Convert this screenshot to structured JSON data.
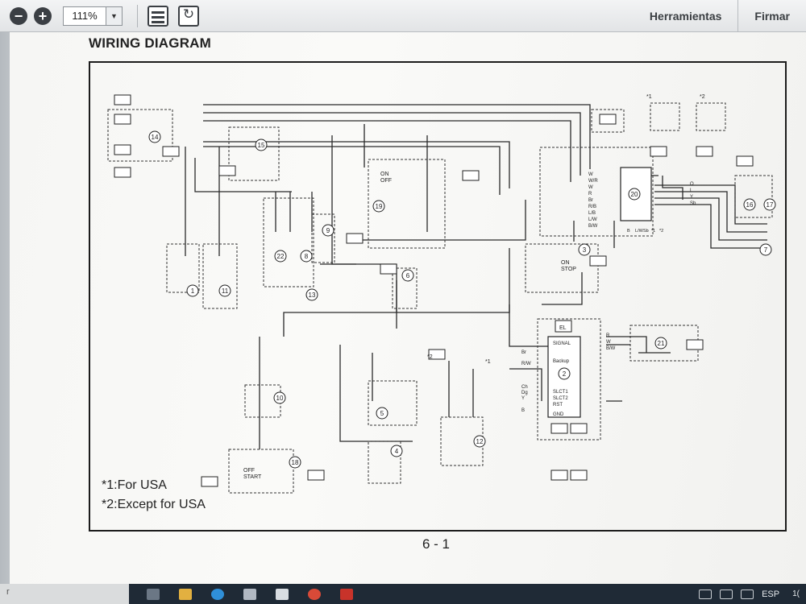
{
  "toolbar": {
    "zoom_out": "−",
    "zoom_in": "+",
    "zoom_value": "111%",
    "tools_label": "Herramientas",
    "sign_label": "Firmar"
  },
  "page": {
    "heading": "WIRING DIAGRAM",
    "note_1": "*1:For USA",
    "note_2": "*2:Except for USA",
    "page_number": "6 - 1"
  },
  "diagram": {
    "components": [
      "1",
      "2",
      "3",
      "4",
      "5",
      "6",
      "7",
      "8",
      "9",
      "10",
      "11",
      "12",
      "13",
      "14",
      "15",
      "16",
      "17",
      "18",
      "19",
      "20",
      "21",
      "22"
    ],
    "on_off_switch": [
      "ON",
      "OFF"
    ],
    "on_stop_switch": [
      "ON",
      "STOP"
    ],
    "start_switch": [
      "OFF",
      "START"
    ],
    "signal_block": [
      "EL",
      "SIGNAL",
      "Backup",
      "SLCT1",
      "SLCT2",
      "RST",
      "GND"
    ],
    "signal_wires": [
      "Br",
      "R/W",
      "Ch",
      "Dg",
      "Y",
      "B"
    ],
    "cdi_wires_left": [
      "W",
      "W/R",
      "W",
      "R",
      "Br",
      "R/B",
      "L/B",
      "L/W",
      "B/W"
    ],
    "cdi_wires_right": [
      "O",
      "L",
      "Y",
      "Sb"
    ],
    "cdi_bottom": [
      "B",
      "L/W",
      "Sb",
      "*1",
      "*2"
    ],
    "speedo_wires": [
      "R",
      "W",
      "B/W"
    ],
    "markers": [
      "*1",
      "*2",
      "*2",
      "*1"
    ]
  },
  "taskbar": {
    "left_text": "r",
    "lang": "ESP",
    "clock": "1("
  },
  "colors": {
    "toolbar": "#e8eaec",
    "page": "#f6f6f4",
    "taskbar": "#1f2a36"
  }
}
